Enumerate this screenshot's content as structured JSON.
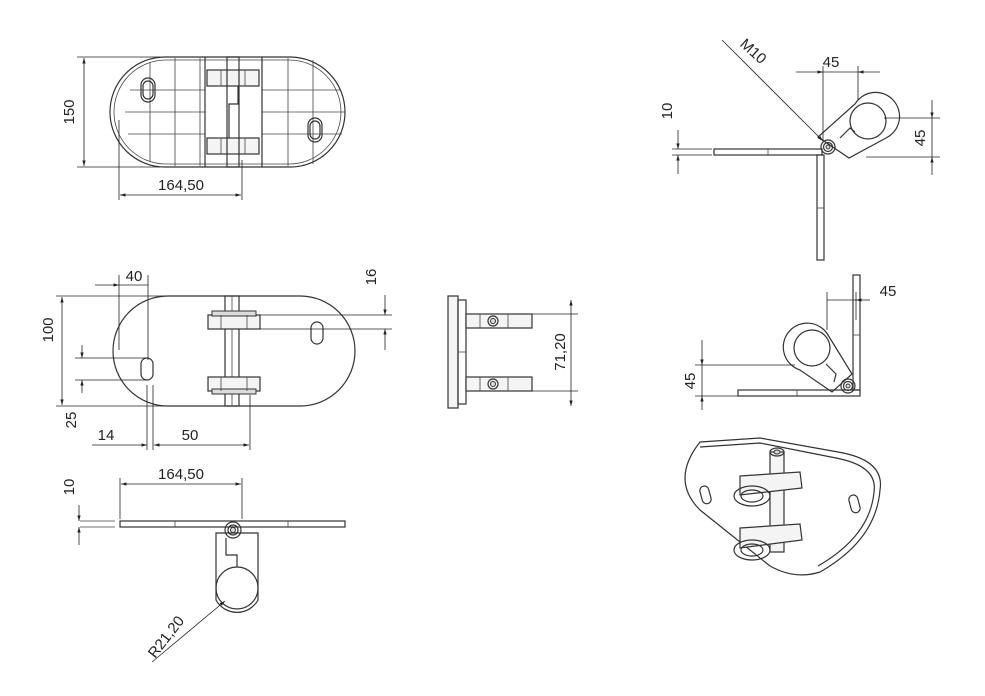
{
  "dimensions": {
    "top_height": "150",
    "top_width": "164,50",
    "plate_hole_offset": "40",
    "plate_height": "100",
    "plate_bottom": "25",
    "plate_edge": "14",
    "plate_spacing": "50",
    "plate_thickness_right": "16",
    "side_spacing": "71,20",
    "bottom_thickness": "10",
    "bottom_width": "164,50",
    "clamp_radius": "R21,20",
    "right_thread": "M10",
    "right_offset": "45",
    "right_height": "45",
    "right_thickness": "10",
    "folded_offset": "45",
    "folded_height": "45"
  }
}
